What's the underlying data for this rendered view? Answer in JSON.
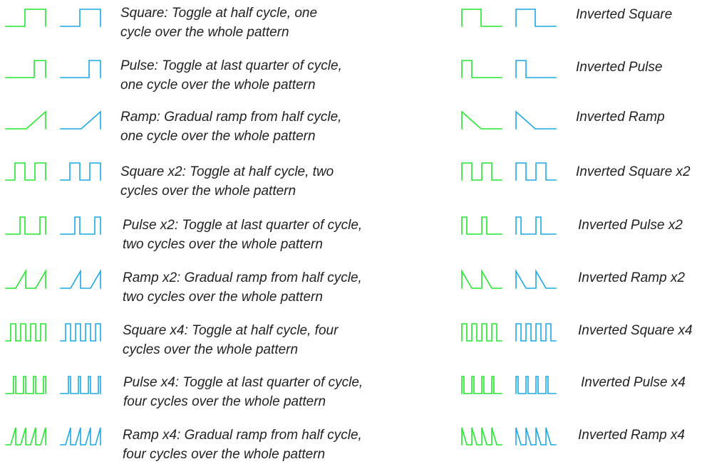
{
  "colors": {
    "green": "#22e82e",
    "blue": "#1aa8e6",
    "text": "#222222"
  },
  "left_column": [
    {
      "shape": "square",
      "lines": [
        "Square: Toggle at half cycle, one",
        "cycle over the whole pattern"
      ]
    },
    {
      "shape": "pulse",
      "lines": [
        "Pulse: Toggle at last quarter of cycle,",
        "one cycle over the whole pattern"
      ]
    },
    {
      "shape": "ramp",
      "lines": [
        "Ramp: Gradual ramp from half cycle,",
        "one cycle over the whole pattern"
      ]
    },
    {
      "shape": "square-x2",
      "lines": [
        "Square x2: Toggle at half cycle, two",
        "cycles over the whole pattern"
      ]
    },
    {
      "shape": "pulse-x2",
      "lines": [
        "Pulse x2: Toggle at last quarter of cycle,",
        "two cycles over the whole pattern"
      ]
    },
    {
      "shape": "ramp-x2",
      "lines": [
        "Ramp x2: Gradual ramp from half cycle,",
        "two cycles over the whole pattern"
      ]
    },
    {
      "shape": "square-x4",
      "lines": [
        "Square x4: Toggle at half cycle, four",
        "cycles over the whole pattern"
      ]
    },
    {
      "shape": "pulse-x4",
      "lines": [
        "Pulse x4: Toggle at last quarter of cycle,",
        "four cycles over the whole pattern"
      ]
    },
    {
      "shape": "ramp-x4",
      "lines": [
        "Ramp x4: Gradual ramp from half cycle,",
        "four cycles over the whole pattern"
      ]
    }
  ],
  "right_column": [
    {
      "shape": "inverted-square",
      "label": "Inverted Square"
    },
    {
      "shape": "inverted-pulse",
      "label": "Inverted Pulse"
    },
    {
      "shape": "inverted-ramp",
      "label": "Inverted Ramp"
    },
    {
      "shape": "inverted-square-x2",
      "label": "Inverted Square x2"
    },
    {
      "shape": "inverted-pulse-x2",
      "label": "Inverted Pulse x2"
    },
    {
      "shape": "inverted-ramp-x2",
      "label": "Inverted Ramp x2"
    },
    {
      "shape": "inverted-square-x4",
      "label": "Inverted Square x4"
    },
    {
      "shape": "inverted-pulse-x4",
      "label": "Inverted Pulse x4"
    },
    {
      "shape": "inverted-ramp-x4",
      "label": "Inverted Ramp x4"
    }
  ]
}
